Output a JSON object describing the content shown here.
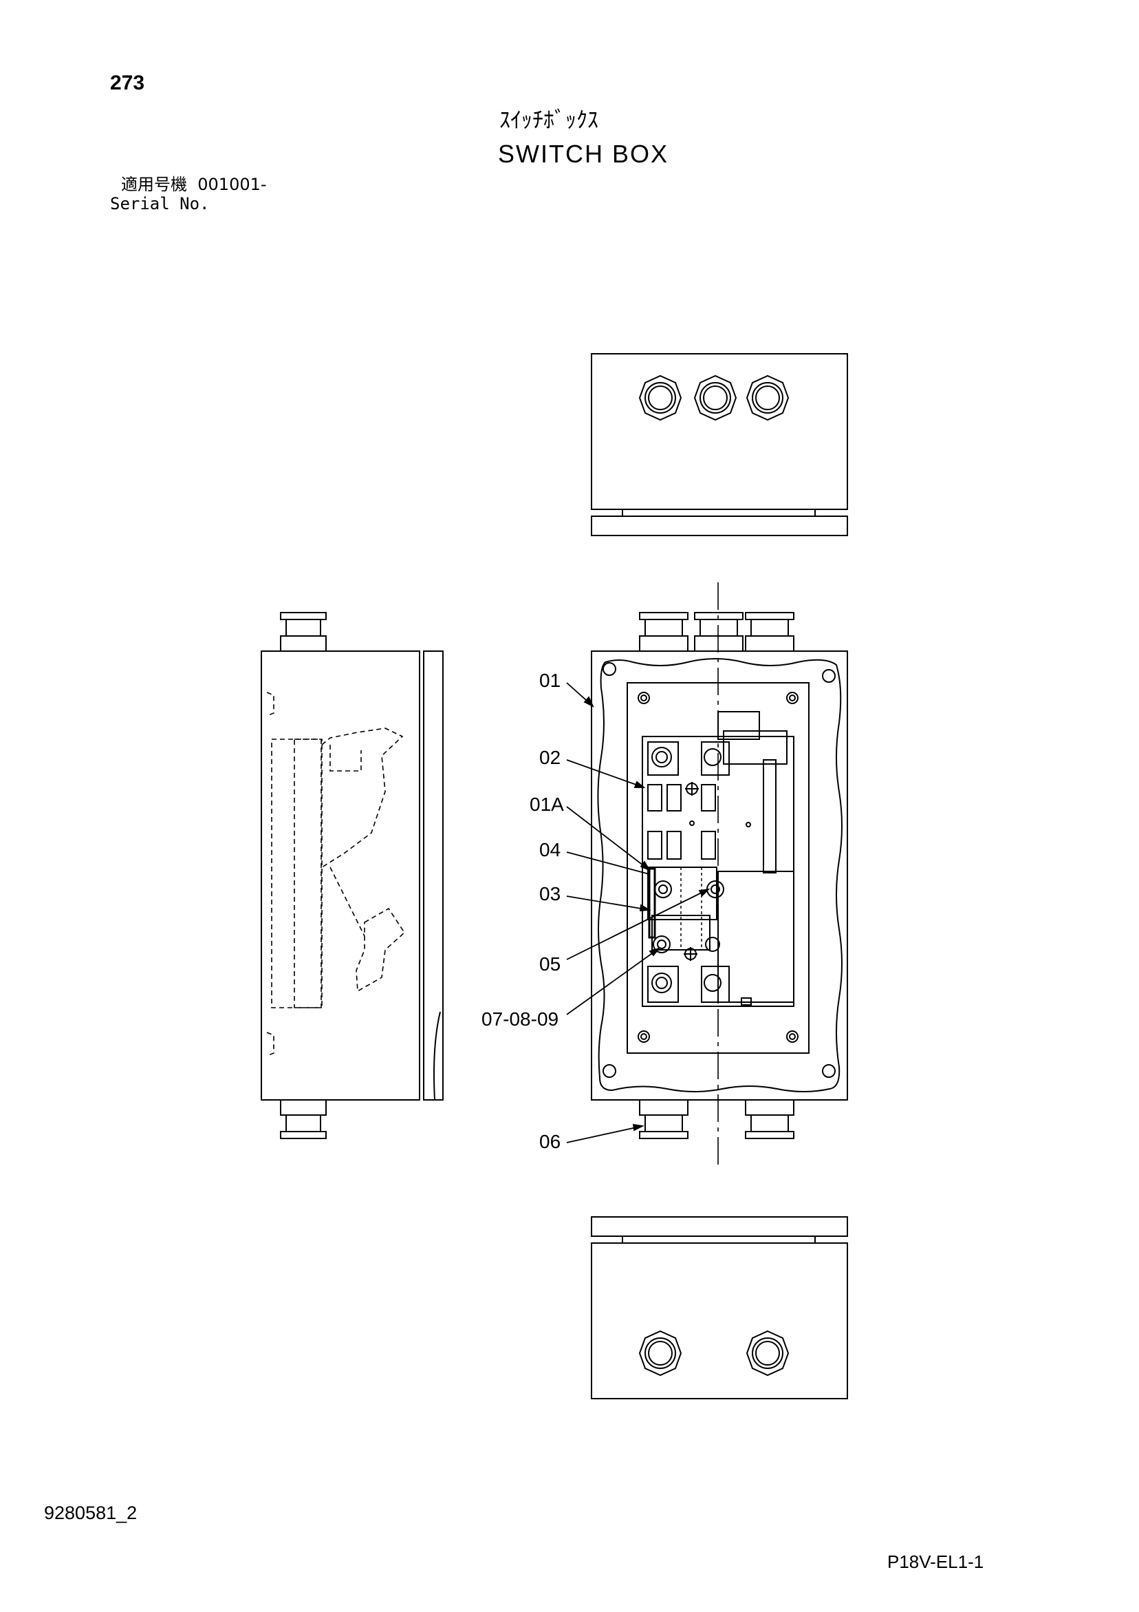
{
  "header": {
    "page_number": "273",
    "title_jp": "ｽｲｯﾁﾎﾞｯｸｽ",
    "title_en": "SWITCH BOX",
    "serial_label_jp": "適用号機",
    "serial_value": "001001-",
    "serial_label_en": "Serial No."
  },
  "callouts": [
    "01",
    "02",
    "01A",
    "04",
    "03",
    "05",
    "07-08-09",
    "06"
  ],
  "footer": {
    "doc_code": "9280581_2",
    "page_code": "P18V-EL1-1"
  }
}
